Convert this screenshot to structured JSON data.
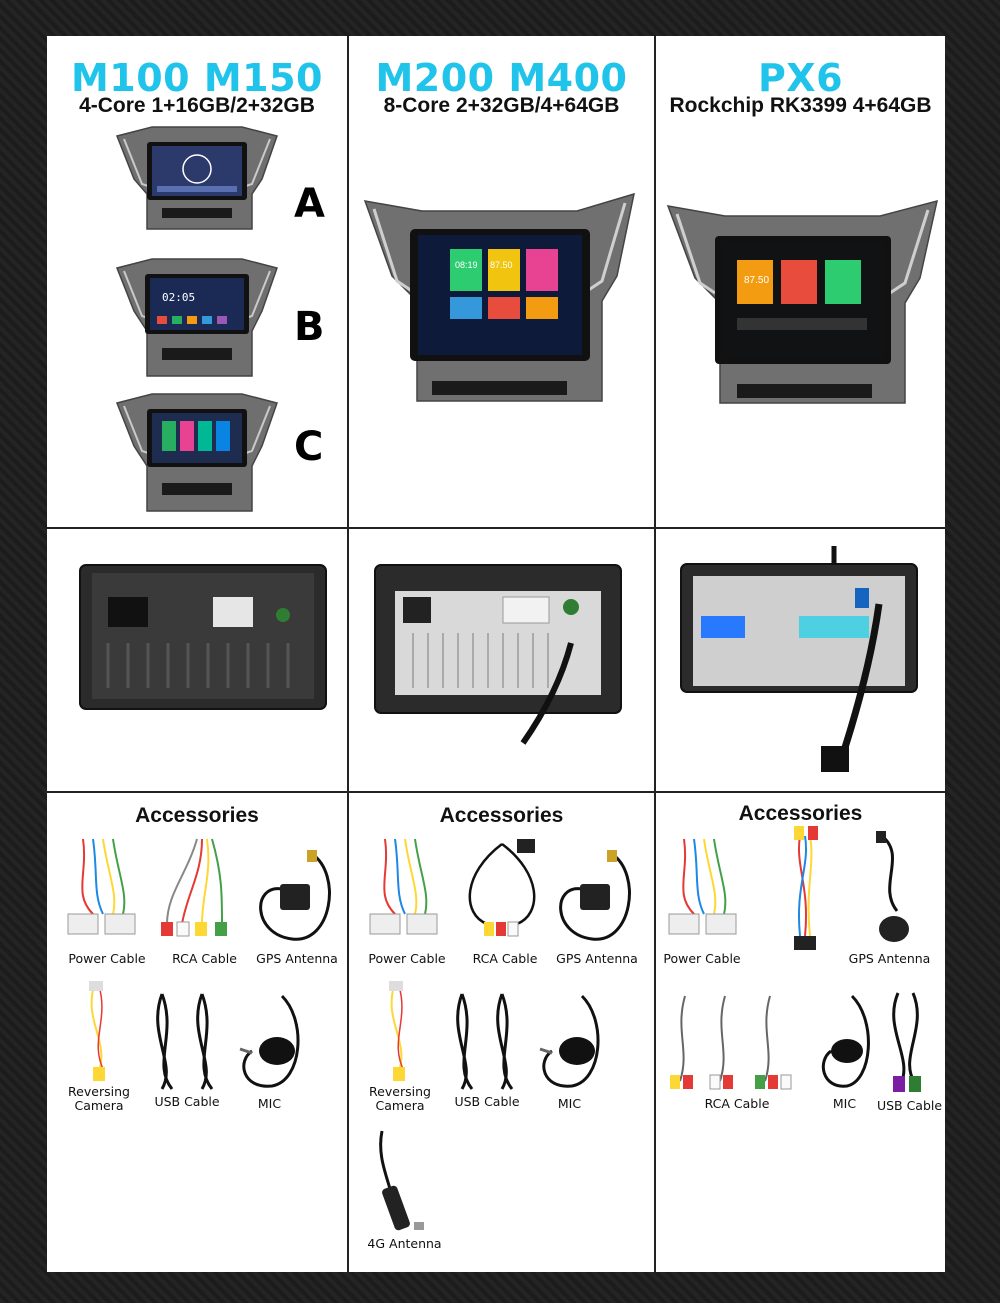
{
  "columns": [
    {
      "title": "M100 M150",
      "spec": "4-Core 1+16GB/2+32GB"
    },
    {
      "title": "M200 M400",
      "spec": "8-Core 2+32GB/4+64GB"
    },
    {
      "title": "PX6",
      "spec": "Rockchip RK3399 4+64GB"
    }
  ],
  "variants": [
    "A",
    "B",
    "C"
  ],
  "screens": {
    "b_clock": "02:05",
    "m200_clock": "08:19",
    "m200_temp": "87.50",
    "px6_temp": "87.50"
  },
  "accessories": {
    "heading": "Accessories",
    "col1": {
      "power": "Power Cable",
      "rca": "RCA Cable",
      "gps": "GPS Antenna",
      "camera_l1": "Reversing",
      "camera_l2": "Camera",
      "usb": "USB Cable",
      "mic": "MIC"
    },
    "col2": {
      "power": "Power Cable",
      "rca": "RCA Cable",
      "gps": "GPS Antenna",
      "camera_l1": "Reversing",
      "camera_l2": "Camera",
      "usb": "USB Cable",
      "mic": "MIC",
      "lte": "4G Antenna"
    },
    "col3": {
      "power": "Power Cable",
      "gps": "GPS Antenna",
      "rca": "RCA Cable",
      "mic": "MIC",
      "usb": "USB Cable"
    }
  },
  "colors": {
    "accent": "#20c4ea",
    "frame": "#6f6f6f",
    "screen": "#0e1a3a"
  }
}
